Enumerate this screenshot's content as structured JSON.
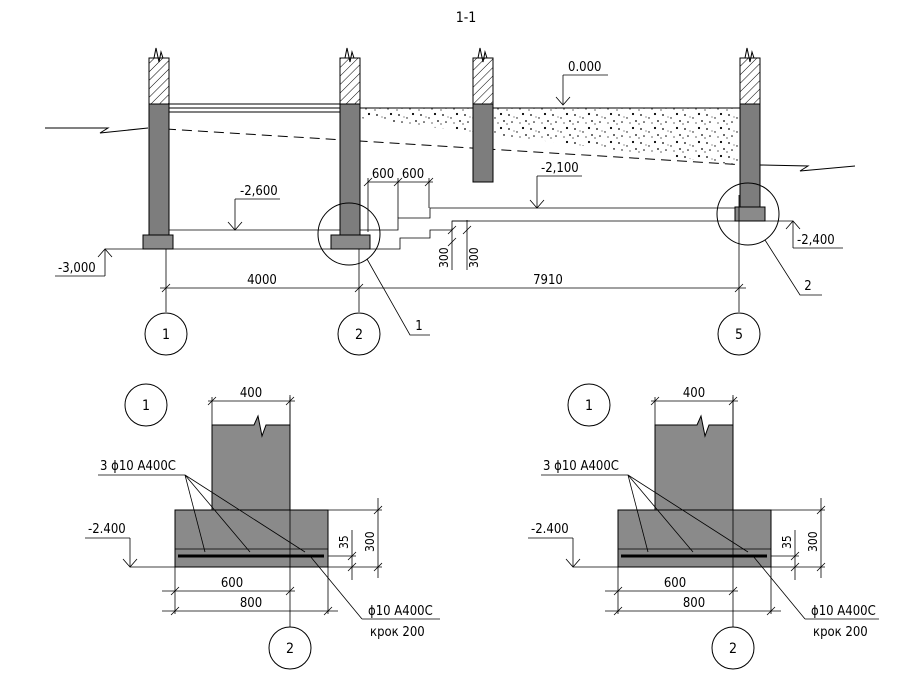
{
  "section_title": "1-1",
  "section": {
    "elevation_top": "0.000",
    "elevation_slab_left": "-2,600",
    "elevation_slab_right": "-2,100",
    "elevation_base_left": "-3,000",
    "elevation_base_right": "-2,400",
    "dim_600_a": "600",
    "dim_600_b": "600",
    "dim_300_a": "300",
    "dim_300_b": "300",
    "span_left": "4000",
    "span_right": "7910",
    "callout_1": "1",
    "callout_2": "2",
    "axis_labels": [
      "1",
      "2",
      "5"
    ]
  },
  "details": [
    {
      "callout": "1",
      "col_width": "400",
      "rebar_top": "3 ϕ10 А400С",
      "elevation": "-2.400",
      "cover": "35",
      "height": "300",
      "width_inner": "600",
      "width_outer": "800",
      "rebar_bottom": "ϕ10 А400С",
      "step": "крок 200",
      "axis": "2"
    },
    {
      "callout": "1",
      "col_width": "400",
      "rebar_top": "3 ϕ10 А400С",
      "elevation": "-2.400",
      "cover": "35",
      "height": "300",
      "width_inner": "600",
      "width_outer": "800",
      "rebar_bottom": "ϕ10 А400С",
      "step": "крок 200",
      "axis": "2"
    }
  ]
}
